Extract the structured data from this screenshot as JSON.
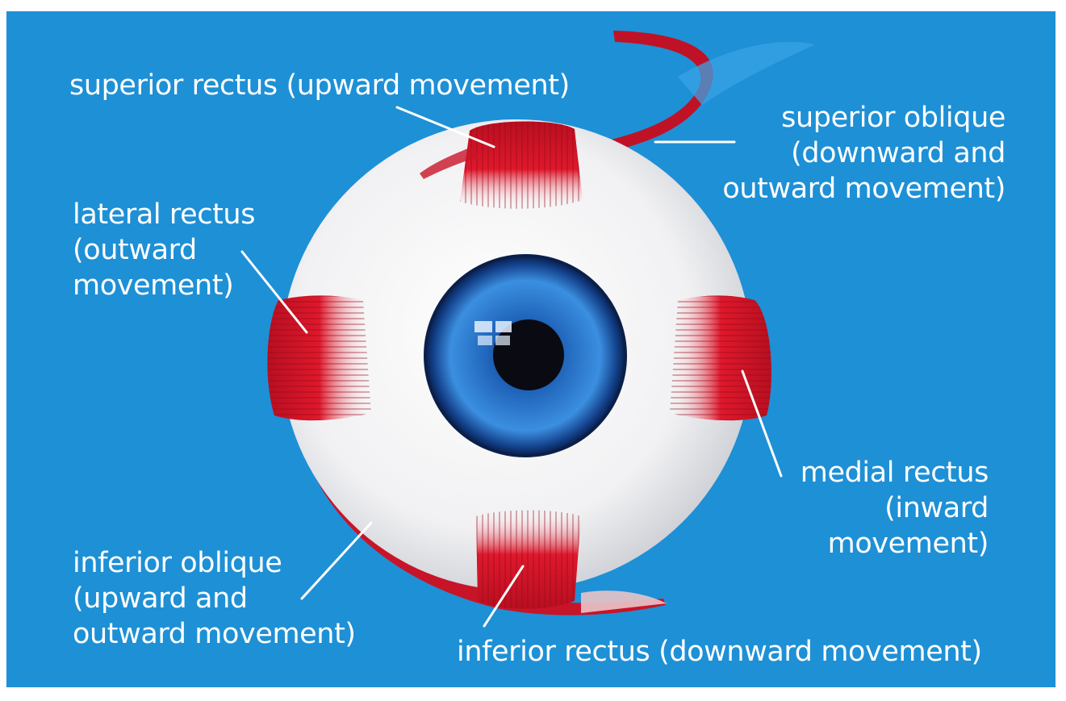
{
  "colors": {
    "background": "#1e90d6",
    "muscle": "#d21428",
    "sclera": "#f4f4f6",
    "iris": "#1b5fae",
    "pupil": "#0a0a12",
    "label": "#ffffff"
  },
  "labels": {
    "superior_rectus": {
      "lines": [
        "superior rectus (upward movement)"
      ]
    },
    "superior_oblique": {
      "lines": [
        "superior oblique",
        "(downward and",
        "outward movement)"
      ]
    },
    "lateral_rectus": {
      "lines": [
        "lateral rectus",
        "(outward",
        "movement)"
      ]
    },
    "medial_rectus": {
      "lines": [
        "medial rectus",
        "(inward",
        "movement)"
      ]
    },
    "inferior_oblique": {
      "lines": [
        "inferior oblique",
        "(upward and",
        "outward movement)"
      ]
    },
    "inferior_rectus": {
      "lines": [
        "inferior rectus (downward movement)"
      ]
    }
  }
}
